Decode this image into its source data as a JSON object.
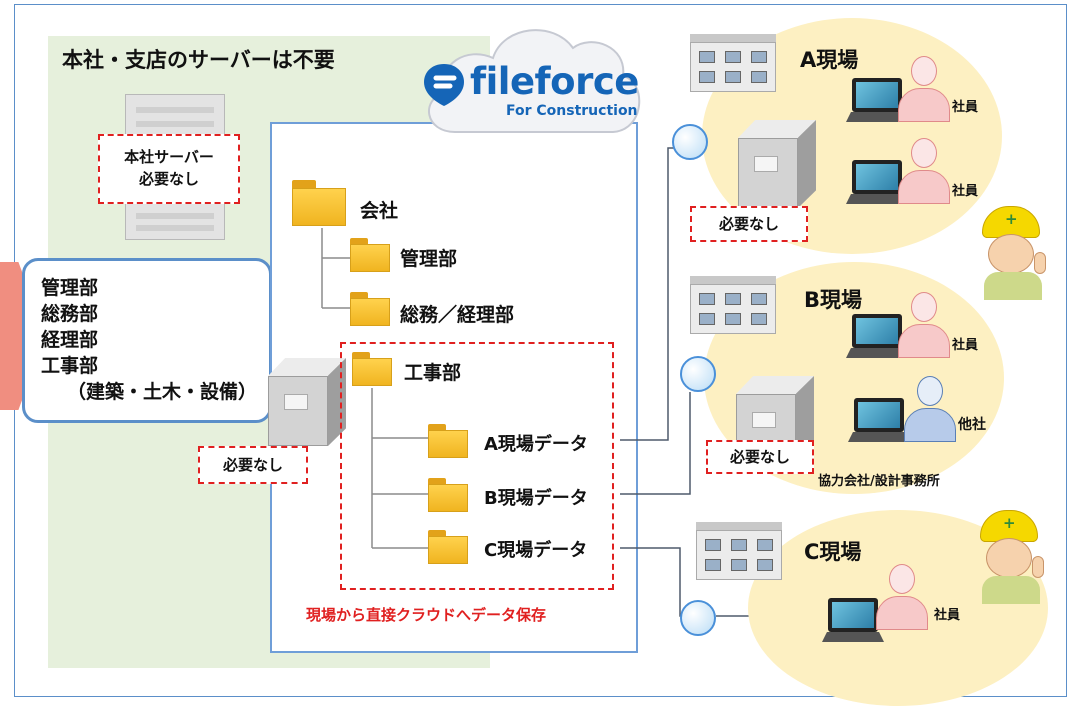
{
  "hq": {
    "title": "本社・支店のサーバーは不要",
    "server_note_line1": "本社サーバー",
    "server_note_line2": "必要なし",
    "departments": [
      "管理部",
      "総務部",
      "経理部",
      "工事部",
      "（建築・土木・設備）"
    ],
    "local_server_note": "必要なし"
  },
  "brand": {
    "name": "fileforce",
    "subtitle": "For Construction"
  },
  "tree": {
    "root": "会社",
    "children": [
      "管理部",
      "総務／経理部",
      "工事部"
    ],
    "sites": [
      "A現場データ",
      "B現場データ",
      "C現場データ"
    ],
    "save_note": "現場から直接クラウドへデータ保存"
  },
  "sites": {
    "a": {
      "title": "A現場",
      "server_note": "必要なし",
      "staff": [
        "社員",
        "社員"
      ]
    },
    "b": {
      "title": "B現場",
      "server_note": "必要なし",
      "staff": [
        "社員",
        "他社"
      ],
      "partner_caption": "協力会社/設計事務所"
    },
    "c": {
      "title": "C現場",
      "staff": [
        "社員"
      ]
    }
  },
  "colors": {
    "hq_background": "#e6f0dc",
    "site_background": "#fdf0c2",
    "accent_blue": "#1565b7",
    "alert_red": "#e02020",
    "arrow": "#f08e80"
  },
  "icons": [
    "server-icon",
    "cloud-icon",
    "folder-icon",
    "building-icon",
    "globe-icon",
    "laptop-icon",
    "person-icon",
    "worker-icon"
  ]
}
